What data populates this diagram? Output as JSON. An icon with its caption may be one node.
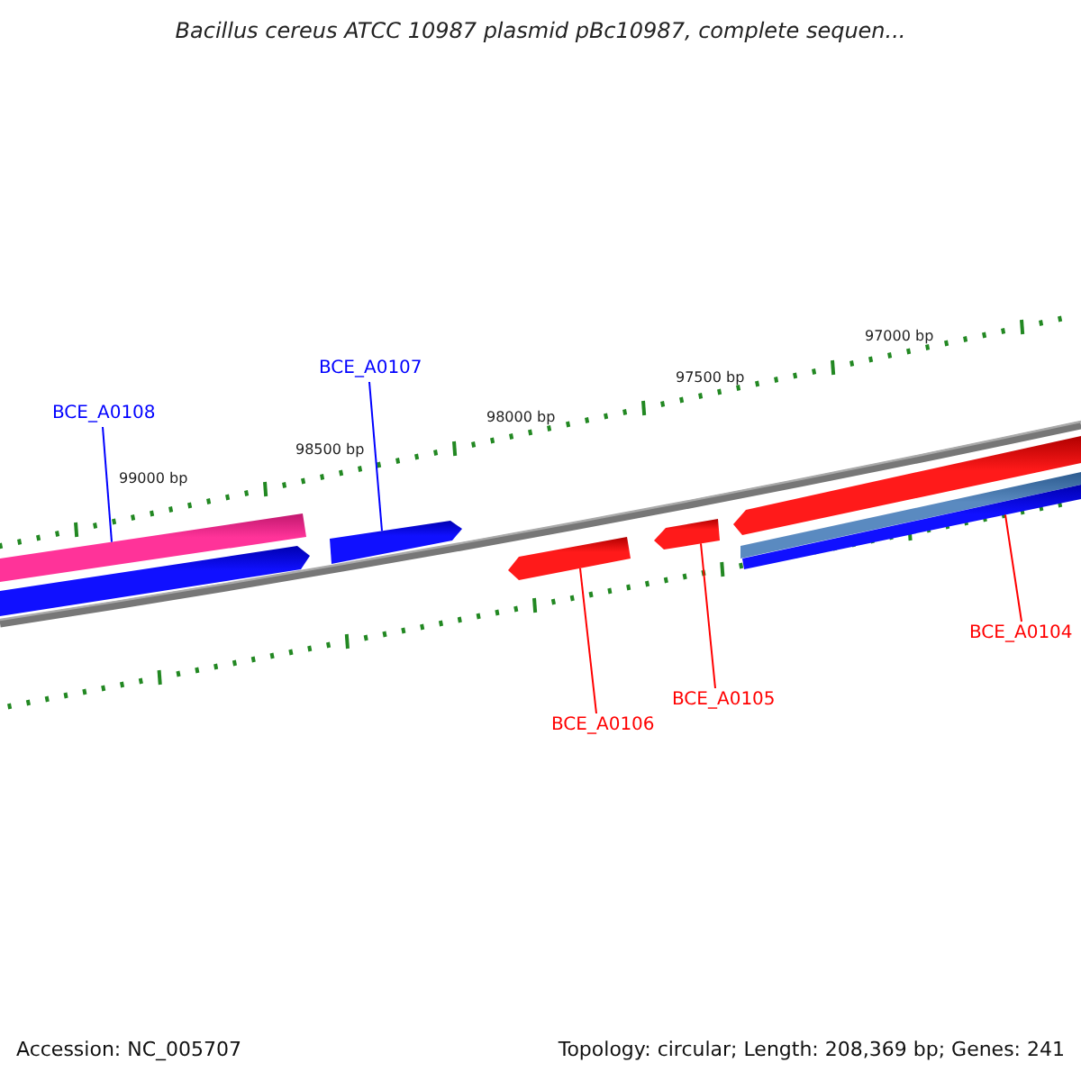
{
  "diagram": {
    "title": "Bacillus cereus ATCC 10987 plasmid pBc10987, complete sequen...",
    "nodes": [
      {
        "text": [
          "BCE_A0108"
        ]
      },
      {
        "text": [
          "BCE_A0107"
        ]
      },
      {
        "text": [
          "BCE_A0106"
        ]
      },
      {
        "text": [
          "BCE_A0105"
        ]
      },
      {
        "text": [
          "BCE_A0104"
        ]
      },
      {
        "text": [],
        "shape": "bar"
      },
      {
        "text": [],
        "shape": "arrow"
      },
      {
        "text": [],
        "shape": "arrow"
      },
      {
        "text": [],
        "shape": "arrow"
      },
      {
        "text": [],
        "shape": "arrow"
      },
      {
        "text": [],
        "shape": "arrow"
      },
      {
        "text": [],
        "shape": "bar"
      },
      {
        "text": [],
        "shape": "bar"
      }
    ],
    "edges": [
      {
        "from": 0,
        "to": 5,
        "arrow": "none",
        "color": "#0000ff"
      },
      {
        "from": 1,
        "to": 7,
        "arrow": "none",
        "color": "#0000ff"
      },
      {
        "from": 2,
        "to": 8,
        "arrow": "none"
      },
      {
        "from": 3,
        "to": 9,
        "arrow": "none"
      },
      {
        "from": 4,
        "to": 12,
        "arrow": "none"
      }
    ],
    "labels": [
      "97000 bp",
      "97500 bp",
      "98000 bp",
      "98500 bp",
      "99000 bp",
      "Accession: NC_005707",
      "Topology: circular; Length: 208,369 bp; Genes: 241"
    ]
  }
}
